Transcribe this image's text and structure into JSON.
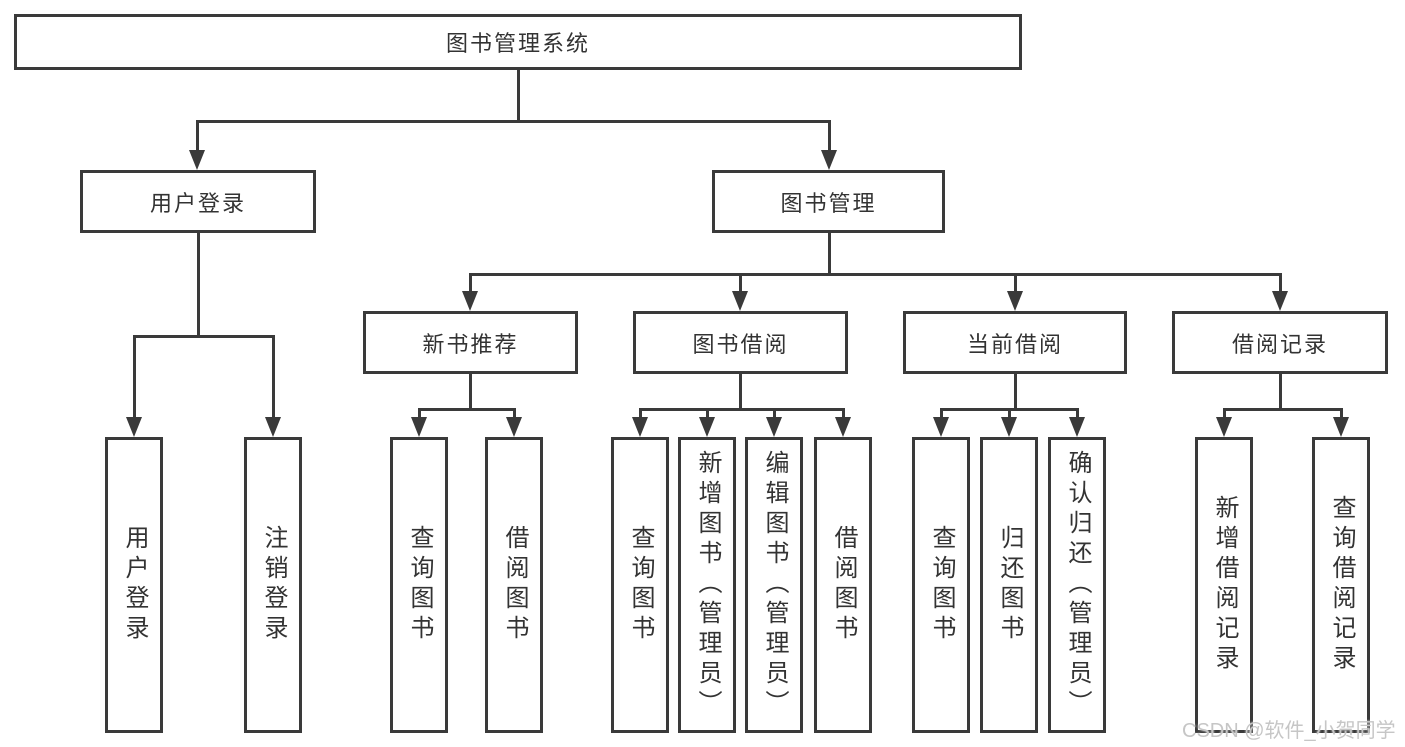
{
  "colors": {
    "line": "#3a3a3a",
    "text": "#333333",
    "background": "#ffffff",
    "watermark": "#c6c6c6"
  },
  "watermark": "CSDN @软件_小贺同学",
  "tree": {
    "root": "图书管理系统",
    "children": [
      {
        "label": "用户登录",
        "children": [
          {
            "label": "用户登录"
          },
          {
            "label": "注销登录"
          }
        ]
      },
      {
        "label": "图书管理",
        "children": [
          {
            "label": "新书推荐",
            "children": [
              {
                "label": "查询图书"
              },
              {
                "label": "借阅图书"
              }
            ]
          },
          {
            "label": "图书借阅",
            "children": [
              {
                "label": "查询图书"
              },
              {
                "label": "新增图书（管理员）"
              },
              {
                "label": "编辑图书（管理员）"
              },
              {
                "label": "借阅图书"
              }
            ]
          },
          {
            "label": "当前借阅",
            "children": [
              {
                "label": "查询图书"
              },
              {
                "label": "归还图书"
              },
              {
                "label": "确认归还（管理员）"
              }
            ]
          },
          {
            "label": "借阅记录",
            "children": [
              {
                "label": "新增借阅记录"
              },
              {
                "label": "查询借阅记录"
              }
            ]
          }
        ]
      }
    ]
  }
}
